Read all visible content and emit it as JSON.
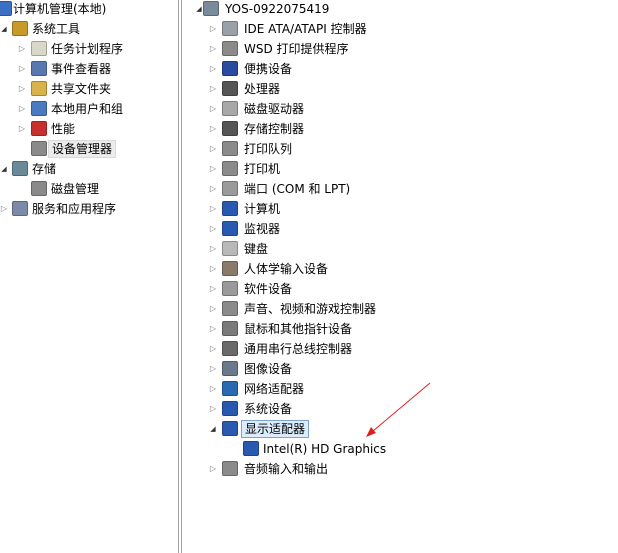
{
  "left_tree": [
    {
      "label": "计算机管理(本地)",
      "level": 0,
      "expander": "",
      "icon": "computer-icon",
      "color": "#3a6fc4"
    },
    {
      "label": "系统工具",
      "level": 1,
      "expander": "expanded",
      "icon": "tools-icon",
      "color": "#c89a2a"
    },
    {
      "label": "任务计划程序",
      "level": 2,
      "expander": "collapsed",
      "icon": "clock-icon",
      "color": "#d8d8c8"
    },
    {
      "label": "事件查看器",
      "level": 2,
      "expander": "collapsed",
      "icon": "event-viewer-icon",
      "color": "#5a78b0"
    },
    {
      "label": "共享文件夹",
      "level": 2,
      "expander": "collapsed",
      "icon": "shared-folder-icon",
      "color": "#d9b24a"
    },
    {
      "label": "本地用户和组",
      "level": 2,
      "expander": "collapsed",
      "icon": "users-icon",
      "color": "#4a7ac0"
    },
    {
      "label": "性能",
      "level": 2,
      "expander": "collapsed",
      "icon": "performance-icon",
      "color": "#c83030"
    },
    {
      "label": "设备管理器",
      "level": 2,
      "expander": "",
      "icon": "device-manager-icon",
      "color": "#8a8a8a",
      "state": "hover"
    },
    {
      "label": "存储",
      "level": 1,
      "expander": "expanded",
      "icon": "storage-icon",
      "color": "#6a8a9a"
    },
    {
      "label": "磁盘管理",
      "level": 2,
      "expander": "",
      "icon": "disk-management-icon",
      "color": "#8a8a8a"
    },
    {
      "label": "服务和应用程序",
      "level": 1,
      "expander": "collapsed",
      "icon": "services-icon",
      "color": "#7a8aa8"
    }
  ],
  "device_tree": {
    "root": {
      "label": "YOS-0922075419",
      "icon": "computer-icon",
      "color": "#7a8a9a"
    },
    "items": [
      {
        "label": "IDE ATA/ATAPI 控制器",
        "icon": "ide-controller-icon",
        "color": "#9aa0a8"
      },
      {
        "label": "WSD 打印提供程序",
        "icon": "printer-icon",
        "color": "#8a8a8a"
      },
      {
        "label": "便携设备",
        "icon": "portable-device-icon",
        "color": "#2a4aa0"
      },
      {
        "label": "处理器",
        "icon": "processor-icon",
        "color": "#555555"
      },
      {
        "label": "磁盘驱动器",
        "icon": "disk-drive-icon",
        "color": "#a8a8a8"
      },
      {
        "label": "存储控制器",
        "icon": "storage-controller-icon",
        "color": "#555555"
      },
      {
        "label": "打印队列",
        "icon": "print-queue-icon",
        "color": "#8a8a8a"
      },
      {
        "label": "打印机",
        "icon": "printer-icon",
        "color": "#8a8a8a"
      },
      {
        "label": "端口 (COM 和 LPT)",
        "icon": "port-icon",
        "color": "#9a9a9a"
      },
      {
        "label": "计算机",
        "icon": "computer-icon",
        "color": "#2a5ab0"
      },
      {
        "label": "监视器",
        "icon": "monitor-icon",
        "color": "#2a5ab0"
      },
      {
        "label": "键盘",
        "icon": "keyboard-icon",
        "color": "#b8b8b8"
      },
      {
        "label": "人体学输入设备",
        "icon": "hid-icon",
        "color": "#8a7a6a"
      },
      {
        "label": "软件设备",
        "icon": "software-device-icon",
        "color": "#9a9a9a"
      },
      {
        "label": "声音、视频和游戏控制器",
        "icon": "speaker-icon",
        "color": "#8a8a8a"
      },
      {
        "label": "鼠标和其他指针设备",
        "icon": "mouse-icon",
        "color": "#7a7a7a"
      },
      {
        "label": "通用串行总线控制器",
        "icon": "usb-icon",
        "color": "#6a6a6a"
      },
      {
        "label": "图像设备",
        "icon": "camera-icon",
        "color": "#6a7a8a"
      },
      {
        "label": "网络适配器",
        "icon": "network-adapter-icon",
        "color": "#2a6ab0"
      },
      {
        "label": "系统设备",
        "icon": "system-device-icon",
        "color": "#2a5ab0"
      },
      {
        "label": "显示适配器",
        "icon": "display-adapter-icon",
        "color": "#2a5ab0",
        "expanded": true,
        "selected": true
      },
      {
        "label": "Intel(R) HD Graphics",
        "icon": "display-adapter-icon",
        "color": "#2a5ab0",
        "child": true
      },
      {
        "label": "音频输入和输出",
        "icon": "speaker-icon",
        "color": "#8a8a8a"
      }
    ]
  },
  "annotation_color": "#e02020"
}
